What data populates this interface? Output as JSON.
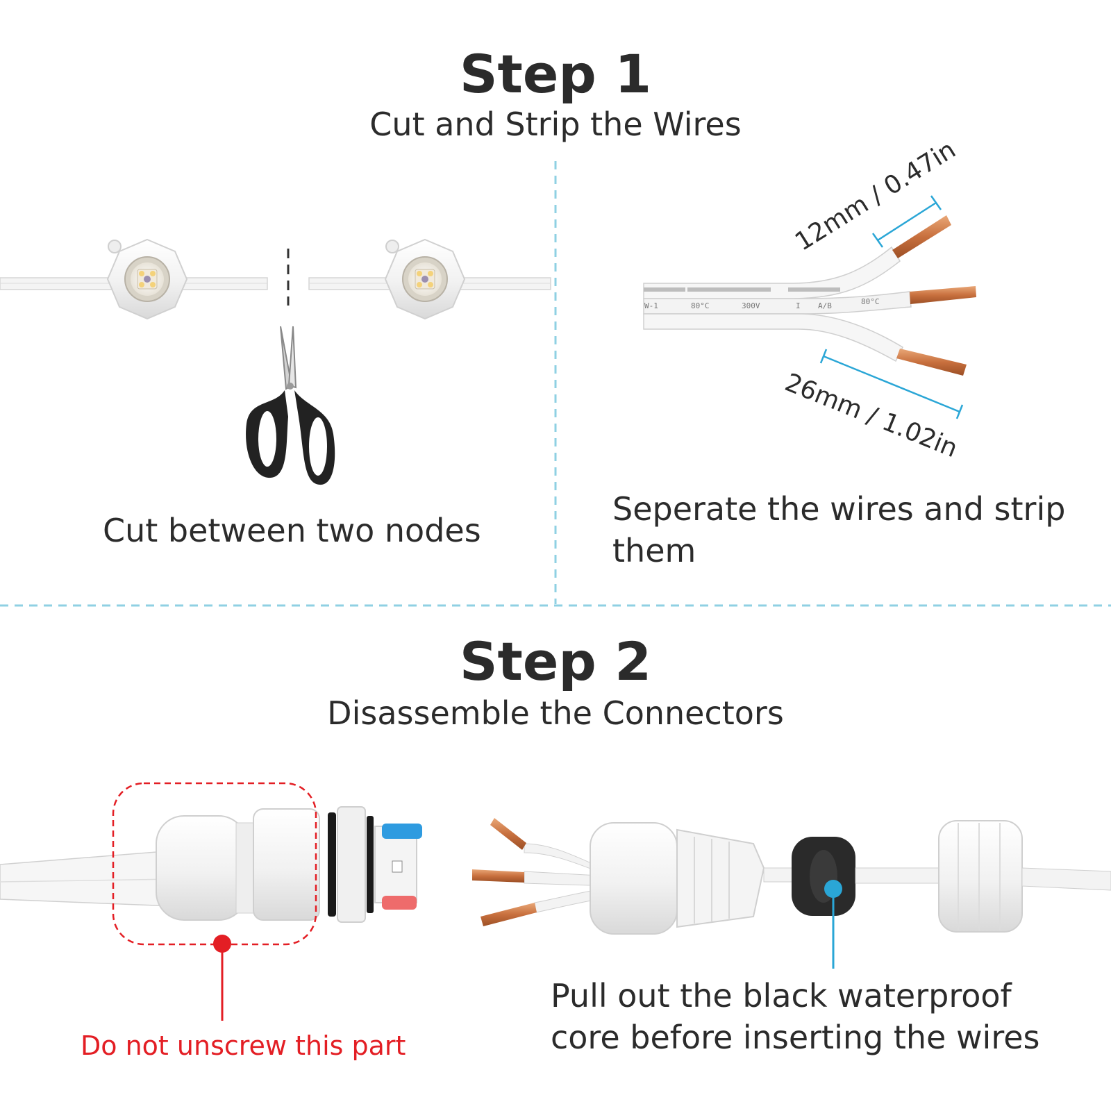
{
  "step1": {
    "title": "Step 1",
    "subtitle": "Cut and Strip the Wires",
    "left_caption": "Cut between two nodes",
    "right_caption_line1": "Seperate the wires and strip",
    "right_caption_line2": "them",
    "dim_short": "12mm / 0.47in",
    "dim_long": "26mm / 1.02in",
    "wire_print": {
      "p1": "W-1",
      "p2": "80°C",
      "p3": "300V",
      "p4": "I",
      "p5": "A/B",
      "p6": "80°C"
    }
  },
  "step2": {
    "title": "Step 2",
    "subtitle": "Disassemble the Connectors",
    "warning": "Do not unscrew this part",
    "instruction_line1": "Pull out the black waterproof",
    "instruction_line2": "core before inserting the wires"
  },
  "colors": {
    "divider": "#8fd0e3",
    "accent_blue": "#2aa6d6",
    "warning_red": "#e31e24",
    "copper": "#c8703e",
    "text": "#2b2b2b"
  }
}
